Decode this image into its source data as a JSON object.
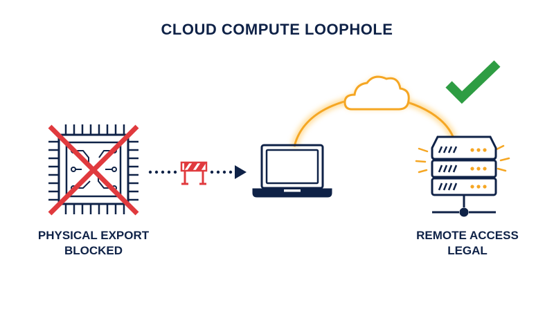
{
  "title": "CLOUD COMPUTE LOOPHOLE",
  "left_caption": {
    "line1": "PHYSICAL EXPORT",
    "line2": "BLOCKED"
  },
  "right_caption": {
    "line1": "REMOTE ACCESS",
    "line2": "LEGAL"
  },
  "icons": {
    "chip": "chip-icon",
    "cross": "red-x-icon",
    "barrier": "road-barrier-icon",
    "laptop": "laptop-icon",
    "cloud": "cloud-icon",
    "server": "server-rack-icon",
    "check": "green-checkmark-icon"
  },
  "colors": {
    "navy": "#0f2247",
    "red": "#e03a3e",
    "orange": "#f5a623",
    "glow": "#ffd27a",
    "green": "#2e9d43",
    "white": "#ffffff"
  }
}
